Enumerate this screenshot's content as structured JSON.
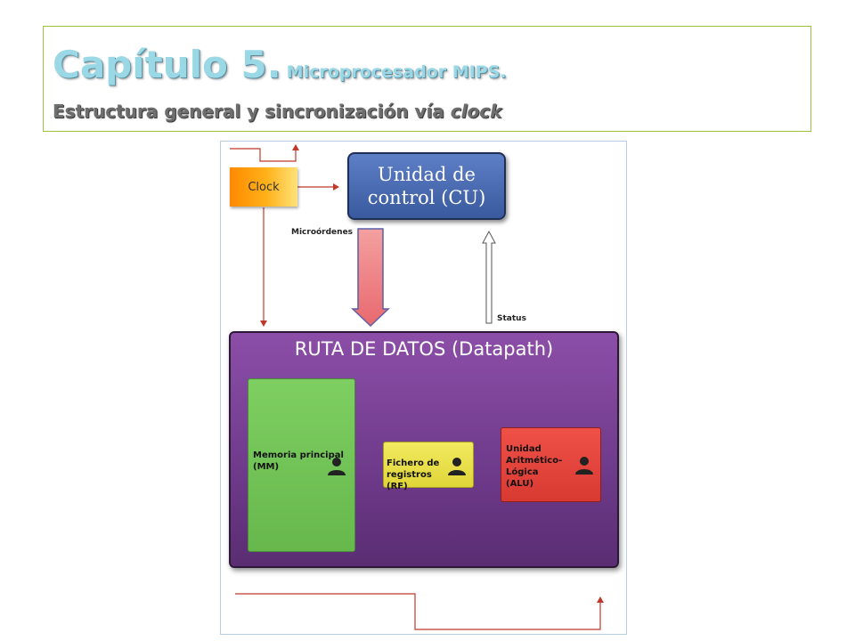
{
  "title": {
    "main": "Capítulo 5.",
    "sub": "Microprocesador MIPS.",
    "line2_prefix": "Estructura general y sincronización vía ",
    "line2_emphasis": "clock"
  },
  "diagram": {
    "clock_label": "Clock",
    "control_unit_label": "Unidad de\ncontrol (CU)",
    "microorders_label": "Microórdenes",
    "status_label": "Status",
    "datapath_title": "RUTA DE DATOS (Datapath)",
    "components": {
      "main_memory": "Memoria principal\n(MM)",
      "register_file": "Fichero de\nregistros\n(RF)",
      "alu": "Unidad\nAritmético-\nLógica\n(ALU)"
    }
  },
  "colors": {
    "title_accent": "#9ad8e6",
    "frame_border": "#9cc43a",
    "control_unit": "#3a5a9e",
    "datapath": "#6e3a8a",
    "main_memory": "#67b84c",
    "register_file": "#e0d538",
    "alu": "#d83a32",
    "clock": "#ff8a00",
    "wire": "#c0392b"
  }
}
